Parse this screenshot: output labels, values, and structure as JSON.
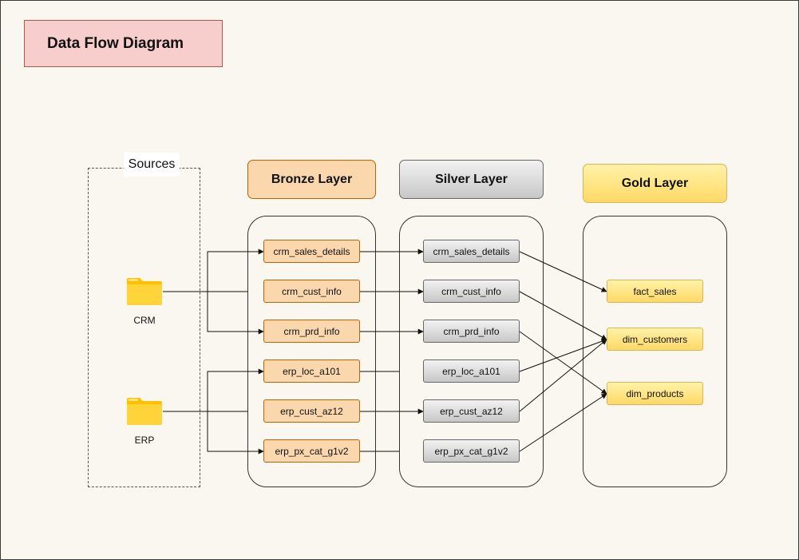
{
  "title": "Data Flow Diagram",
  "sources": {
    "label": "Sources",
    "items": [
      {
        "id": "crm",
        "label": "CRM",
        "icon": "folder-icon"
      },
      {
        "id": "erp",
        "label": "ERP",
        "icon": "folder-icon"
      }
    ]
  },
  "layers": {
    "bronze": {
      "label": "Bronze Layer",
      "nodes": [
        "crm_sales_details",
        "crm_cust_info",
        "crm_prd_info",
        "erp_loc_a101",
        "erp_cust_az12",
        "erp_px_cat_g1v2"
      ]
    },
    "silver": {
      "label": "Silver Layer",
      "nodes": [
        "crm_sales_details",
        "crm_cust_info",
        "crm_prd_info",
        "erp_loc_a101",
        "erp_cust_az12",
        "erp_px_cat_g1v2"
      ]
    },
    "gold": {
      "label": "Gold Layer",
      "nodes": [
        "fact_sales",
        "dim_customers",
        "dim_products"
      ]
    }
  },
  "edges": [
    {
      "from": "source:crm",
      "to": "bronze:crm_sales_details"
    },
    {
      "from": "source:crm",
      "to": "bronze:crm_cust_info"
    },
    {
      "from": "source:crm",
      "to": "bronze:crm_prd_info"
    },
    {
      "from": "source:erp",
      "to": "bronze:erp_loc_a101"
    },
    {
      "from": "source:erp",
      "to": "bronze:erp_cust_az12"
    },
    {
      "from": "source:erp",
      "to": "bronze:erp_px_cat_g1v2"
    },
    {
      "from": "bronze:crm_sales_details",
      "to": "silver:crm_sales_details"
    },
    {
      "from": "bronze:crm_cust_info",
      "to": "silver:crm_cust_info"
    },
    {
      "from": "bronze:crm_prd_info",
      "to": "silver:crm_prd_info"
    },
    {
      "from": "bronze:erp_loc_a101",
      "to": "silver:erp_loc_a101"
    },
    {
      "from": "bronze:erp_cust_az12",
      "to": "silver:erp_cust_az12"
    },
    {
      "from": "bronze:erp_px_cat_g1v2",
      "to": "silver:erp_px_cat_g1v2"
    },
    {
      "from": "silver:crm_sales_details",
      "to": "gold:fact_sales"
    },
    {
      "from": "silver:crm_cust_info",
      "to": "gold:dim_customers"
    },
    {
      "from": "silver:crm_prd_info",
      "to": "gold:dim_products"
    },
    {
      "from": "silver:erp_loc_a101",
      "to": "gold:dim_customers"
    },
    {
      "from": "silver:erp_cust_az12",
      "to": "gold:dim_customers"
    },
    {
      "from": "silver:erp_px_cat_g1v2",
      "to": "gold:dim_products"
    }
  ],
  "colors": {
    "title_fill": "#f8cecc",
    "title_border": "#b85450",
    "bronze_fill": "#fad7ac",
    "bronze_border": "#b46504",
    "silver_fill": "#e6e6e6",
    "silver_border": "#666666",
    "gold_fill": "#ffe599",
    "gold_border": "#d6b656",
    "folder": "#ffc000",
    "background": "#f9f7ef"
  }
}
